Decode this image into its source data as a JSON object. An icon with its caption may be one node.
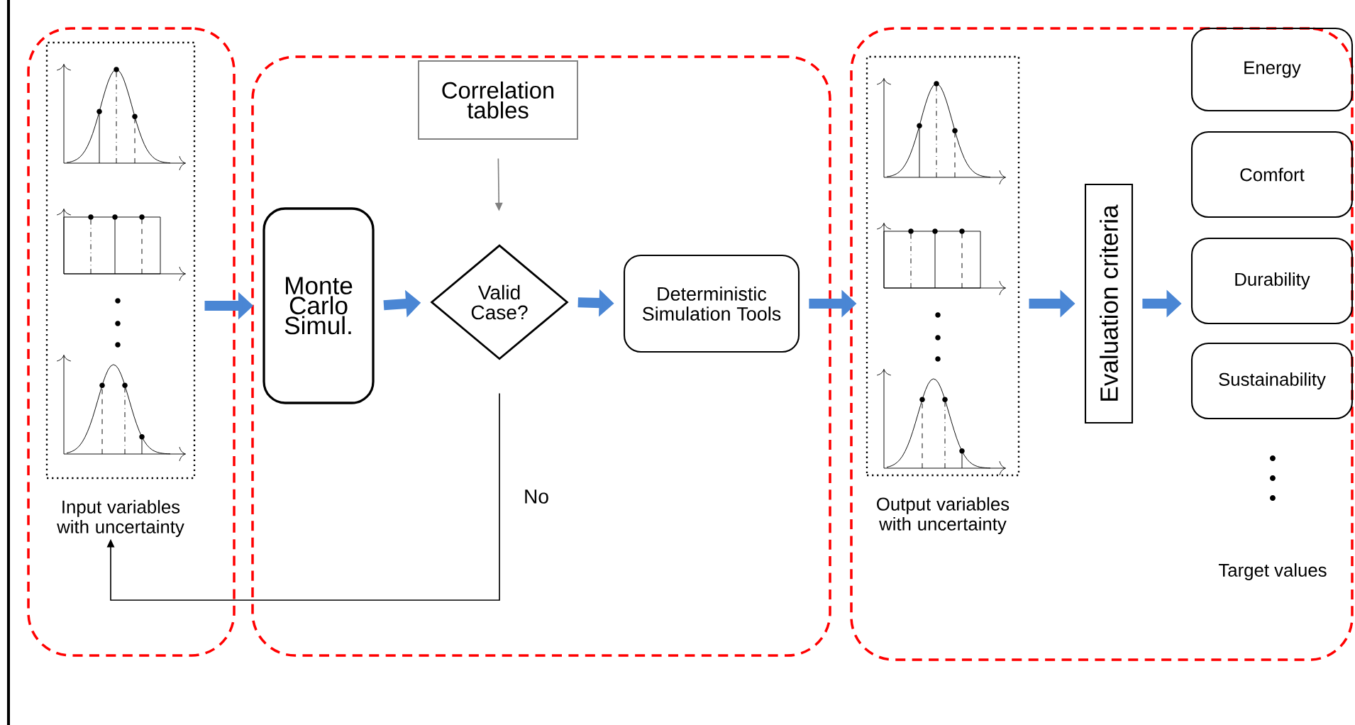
{
  "diagram": {
    "nodes": [
      {
        "text": [],
        "shape": "box"
      },
      {
        "text": [],
        "shape": "picture",
        "in": 0,
        "beside": [
          "Input variables with uncertainty"
        ]
      },
      {
        "text": [],
        "shape": "box"
      },
      {
        "text": [
          "Monte Carlo Simul."
        ],
        "in": 2
      },
      {
        "text": [
          "Correlation tables"
        ],
        "in": 2
      },
      {
        "text": [
          "Valid Case?"
        ],
        "in": 2
      },
      {
        "text": [
          "Deterministic Simulation Tools"
        ],
        "in": 2
      },
      {
        "text": [],
        "shape": "box"
      },
      {
        "text": [],
        "shape": "picture",
        "in": 7,
        "beside": [
          "Output variables with uncertainty"
        ]
      },
      {
        "text": [
          "Evaluation criteria"
        ],
        "in": 7
      },
      {
        "text": [
          "Energy"
        ],
        "in": 7
      },
      {
        "text": [
          "Comfort"
        ],
        "in": 7
      },
      {
        "text": [
          "Durability"
        ],
        "in": 7
      },
      {
        "text": [
          "Sustainability"
        ],
        "in": 7
      }
    ],
    "edges": [
      {
        "from": 1,
        "to": 3,
        "arrow": "to"
      },
      {
        "from": 3,
        "to": 5,
        "arrow": "to"
      },
      {
        "from": 5,
        "to": 6,
        "arrow": "to"
      },
      {
        "from": 6,
        "to": 8,
        "arrow": "to"
      },
      {
        "from": 8,
        "to": 9,
        "arrow": "to"
      },
      {
        "from": 9,
        "to": 12,
        "arrow": "to"
      },
      {
        "from": 4,
        "to": 5,
        "arrow": "to",
        "color": "#808080"
      },
      {
        "from": 5,
        "to": 1,
        "arrow": "to",
        "label": "No",
        "color": "#000000"
      }
    ],
    "labels": [
      "Target values"
    ]
  }
}
